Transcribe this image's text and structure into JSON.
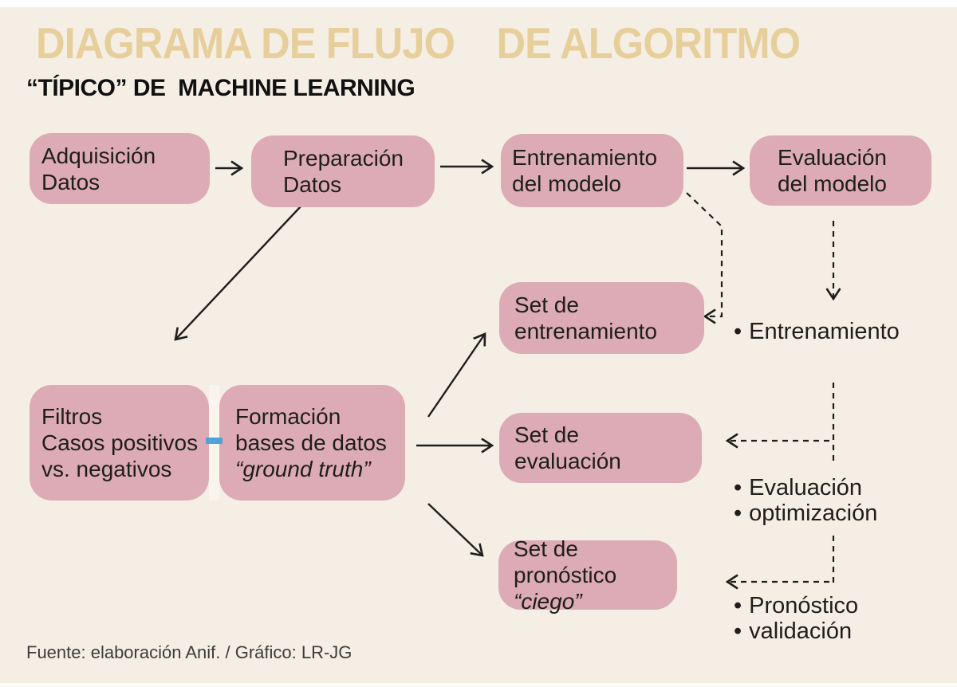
{
  "title": {
    "part1": "DIAGRAMA DE FLUJO",
    "part2": "DE ALGORITMO"
  },
  "subtitle": "“TÍPICO” DE  MACHINE LEARNING",
  "boxes": {
    "adquisicion": {
      "line1": "Adquisición",
      "line2": "Datos"
    },
    "preparacion": {
      "line1": "Preparación",
      "line2": "Datos"
    },
    "entrenamiento": {
      "line1": "Entrenamiento",
      "line2": "del modelo"
    },
    "evaluacion": {
      "line1": "Evaluación",
      "line2": "del modelo"
    },
    "set_entrenamiento": {
      "line1": "Set de",
      "line2": "entrenamiento"
    },
    "set_evaluacion": {
      "line1": "Set de",
      "line2": "evaluación"
    },
    "set_pronostico": {
      "line1": "Set de",
      "line2_normal": "pronóstico ",
      "line2_italic": "“ciego”"
    },
    "filtros": {
      "line1": "Filtros",
      "line2": "Casos positivos",
      "line3": "vs. negativos"
    },
    "formacion": {
      "line1": "Formación",
      "line2": "bases de datos",
      "line3_italic": "“ground truth”"
    }
  },
  "bullets": {
    "char": "•",
    "items": [
      {
        "label": "Entrenamiento"
      },
      {
        "label": "Evaluación"
      },
      {
        "label": "optimización"
      },
      {
        "label": "Pronóstico"
      },
      {
        "label": "validación"
      }
    ]
  },
  "footer": "Fuente: elaboración Anif. / Gráfico: LR-JG",
  "colors": {
    "background": "#f5eee4",
    "box_pink": "#dcabb5",
    "title_tan": "#e7cf9c",
    "connector_blue": "#4fa3d9",
    "text": "#1e1e1c"
  }
}
